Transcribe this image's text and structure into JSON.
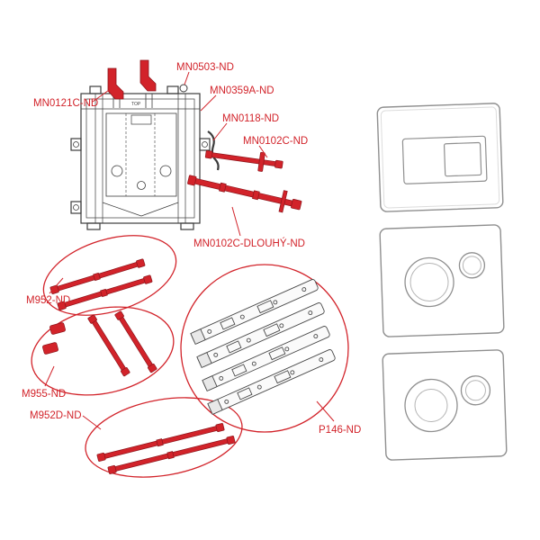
{
  "diagram": {
    "title": "spare-parts-exploded-diagram",
    "labels": {
      "mn0121c": "MN0121C-ND",
      "mn0503": "MN0503-ND",
      "mn0359a": "MN0359A-ND",
      "mn0118": "MN0118-ND",
      "mn0102c": "MN0102C-ND",
      "mn0102c_long": "MN0102C-DLOUHÝ-ND",
      "m952": "M952-ND",
      "m955": "M955-ND",
      "m952d": "M952D-ND",
      "p146": "P146-ND"
    },
    "frame_text": "TOP",
    "colors": {
      "accent_red": "#d2232a",
      "accent_red_dark": "#8c151b",
      "line_dark": "#3c3c3c",
      "plate_stroke": "#8f8f8f",
      "plate_inner_stroke": "#b5b5b5",
      "background": "#ffffff"
    }
  }
}
